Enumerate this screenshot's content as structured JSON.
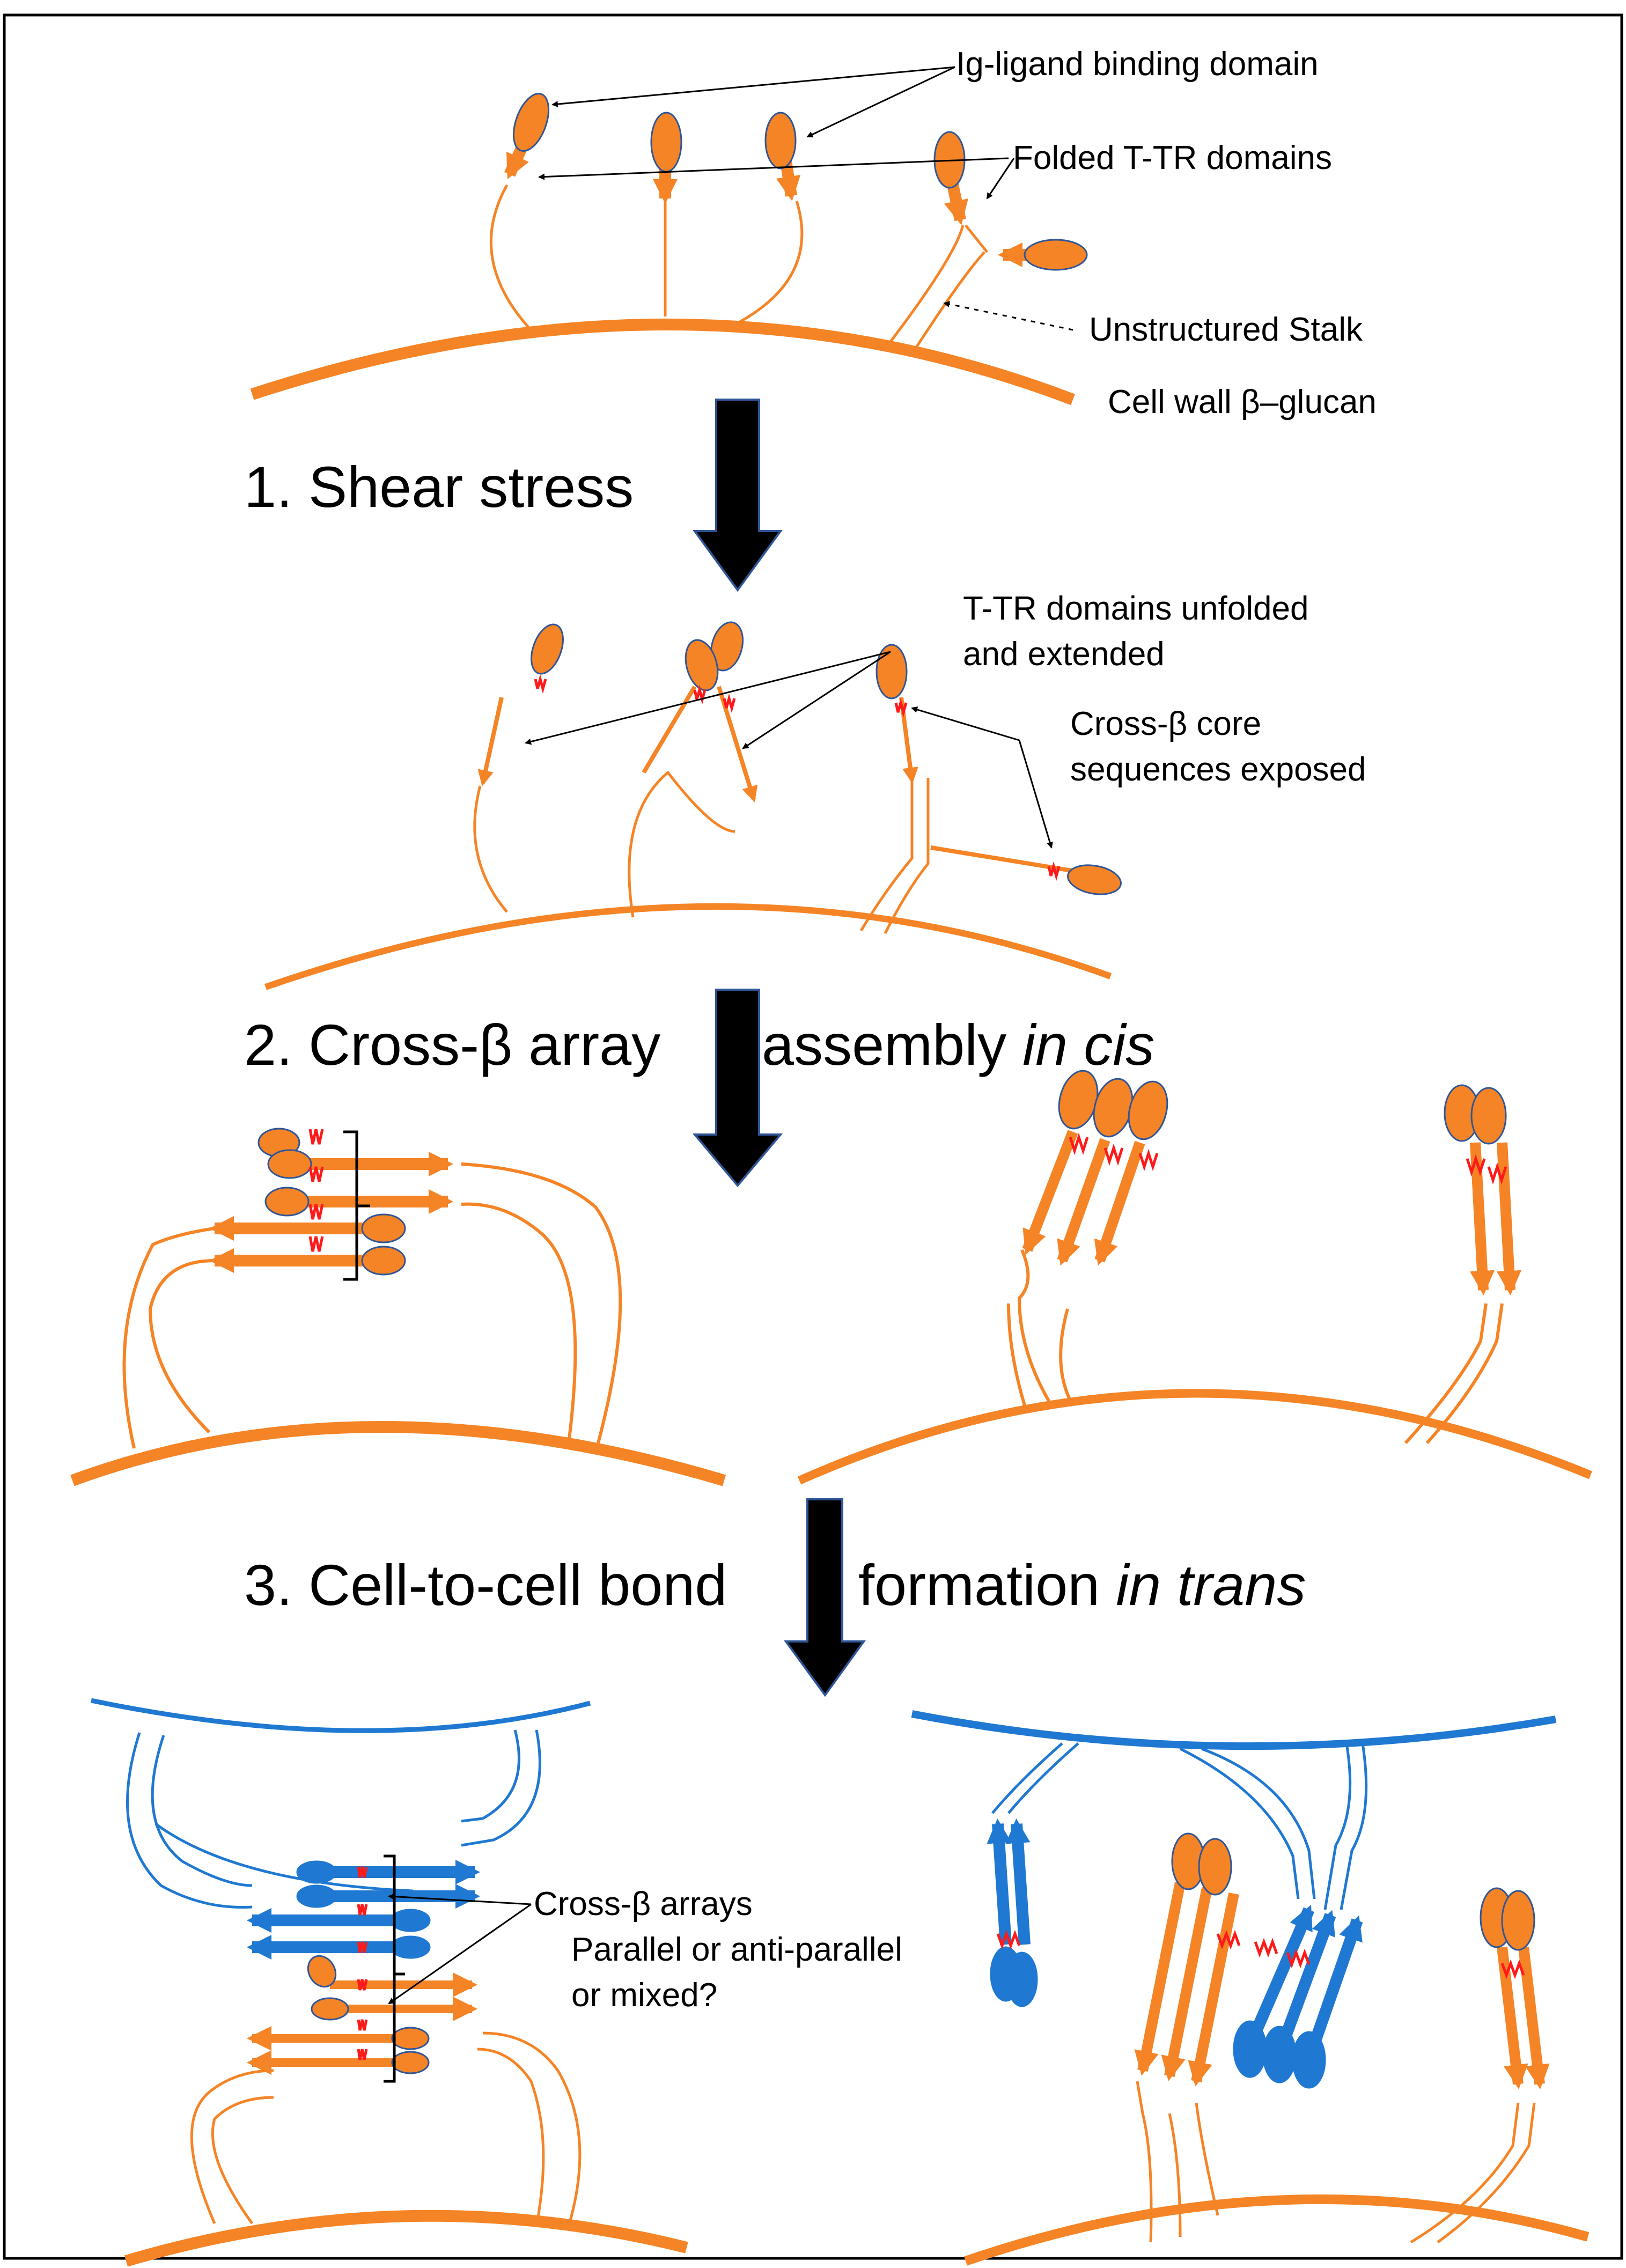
{
  "labels": {
    "ig_ligand": "Ig-ligand binding domain",
    "folded_ttr": "Folded T-TR domains",
    "stalk": "Unstructured Stalk",
    "cell_wall": "Cell wall β–glucan",
    "unfolded_1": "T-TR domains unfolded",
    "unfolded_2": "and extended",
    "crossb_1": "Cross-β core",
    "crossb_2": "sequences exposed",
    "arrays": "Cross-β arrays",
    "question_1": "Parallel or anti-parallel",
    "question_2": "or mixed?"
  },
  "steps": {
    "s1": "1. Shear stress",
    "s2_a": "2. Cross-β array",
    "s2_b": "assembly",
    "s2_c": "in cis",
    "s3_a": "3. Cell-to-cell bond",
    "s3_b": "formation",
    "s3_c": "in trans"
  },
  "colors": {
    "adhesin_orange": "#f58426",
    "partner_blue": "#1f78d1",
    "crossb_red": "#ff1a1a",
    "arrow_black": "#000000",
    "arrow_outline": "#2f5597"
  }
}
